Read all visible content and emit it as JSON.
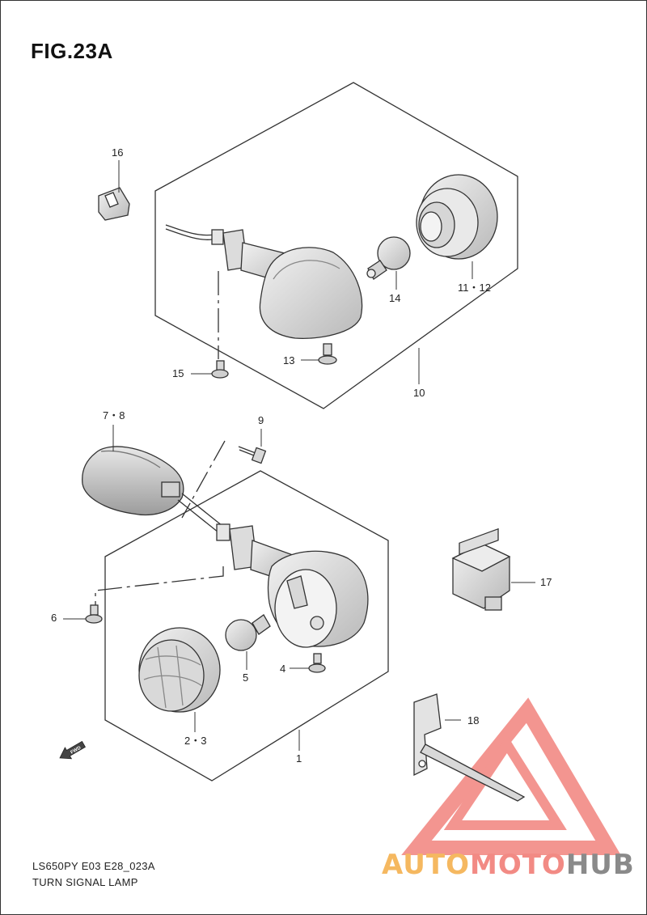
{
  "figure": {
    "title": "FIG.23A",
    "code": "LS650PY E03 E28_023A",
    "name": "TURN SIGNAL LAMP"
  },
  "callouts": {
    "c1": "1",
    "c2_3": "2・3",
    "c4": "4",
    "c5": "5",
    "c6": "6",
    "c7_8": "7・8",
    "c9": "9",
    "c10": "10",
    "c11_12": "11・12",
    "c13": "13",
    "c14": "14",
    "c15": "15",
    "c16": "16",
    "c17": "17",
    "c18": "18"
  },
  "fwd_label": "FWD",
  "watermark": {
    "part1": "AUTO",
    "part2": "MOTO",
    "part3": "HUB",
    "colors": {
      "part1": "#f5b860",
      "part2": "#f28a84",
      "part3": "#8a8a8a",
      "triangle": "#f28a84"
    }
  },
  "colors": {
    "line": "#333333",
    "shade": "#cfcfcf"
  }
}
